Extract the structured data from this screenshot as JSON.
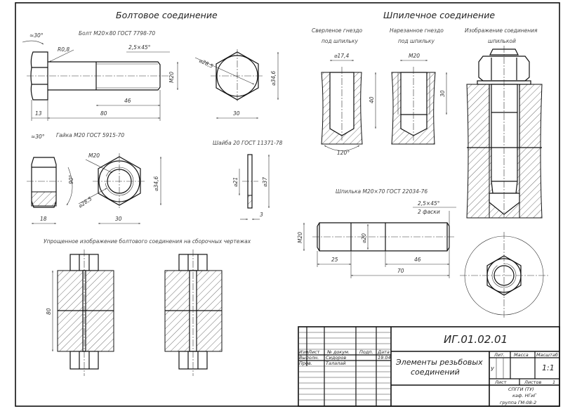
{
  "sections": {
    "bolt_connection": "Болтовое соединение",
    "stud_connection": "Шпилечное соединение"
  },
  "bolt": {
    "label": "Болт М20×80 ГОСТ 7798-70",
    "angle": "≈30°",
    "radius": "R0,8",
    "chamfer": "2,5×45°",
    "thread": "М20",
    "thread_length": "46",
    "length": "80",
    "head_height": "13",
    "circle_diam": "⌀28,5",
    "hex_diam": "⌀34,6",
    "hex_width": "30"
  },
  "nut": {
    "label": "Гайка М20 ГОСТ 5915-70",
    "angle": "≈30°",
    "angle2": "90°",
    "height": "18",
    "thread": "М20",
    "circle_diam": "⌀28,5",
    "hex_diam": "⌀34,6",
    "hex_width": "30"
  },
  "washer": {
    "label": "Шайба 20 ГОСТ 11371-78",
    "inner_diam": "⌀21",
    "outer_diam": "⌀37",
    "thickness": "3"
  },
  "simplified": {
    "label": "Упрощенное изображение болтового соединения на сборочных чертежах",
    "dim": "80"
  },
  "drilled_hole": {
    "label_line1": "Сверленое гнездо",
    "label_line2": "под шпильку",
    "diam": "⌀17,4",
    "depth": "40",
    "angle": "120°"
  },
  "threaded_hole": {
    "label_line1": "Нарезанное гнездо",
    "label_line2": "под шпильку",
    "thread": "М20",
    "depth": "30"
  },
  "stud_assembly": {
    "label_line1": "Изображение соединения",
    "label_line2": "шпилькой"
  },
  "stud": {
    "label": "Шпилька М20×70 ГОСТ 22034-76",
    "chamfer": "2,5×45°",
    "chamfer_note": "2 фаски",
    "thread": "М20",
    "diam": "⌀20",
    "left_length": "25",
    "right_length": "46",
    "length": "70"
  },
  "title_block": {
    "designation": "ИГ.01.02.01",
    "title_line1": "Элементы резьбовых",
    "title_line2": "соединений",
    "col_izm": "Изм",
    "col_list": "Лист",
    "col_doc": "№ докум.",
    "col_sign": "Подп.",
    "col_date": "Дата",
    "row1_role": "Выполн.",
    "row1_name": "Сидоров",
    "row1_date": "19.04",
    "row2_role": "Пров.",
    "row2_name": "Талалай",
    "lit": "Лит.",
    "mass": "Масса",
    "scale_label": "Масштаб",
    "lit_value": "У",
    "scale": "1:1",
    "sheet": "Лист",
    "sheets": "Листов",
    "sheets_value": "1",
    "org_line1": "СПГГИ (ТУ)",
    "org_line2": "каф. НГиГ",
    "org_line3": "группа ГМ-08-2"
  }
}
